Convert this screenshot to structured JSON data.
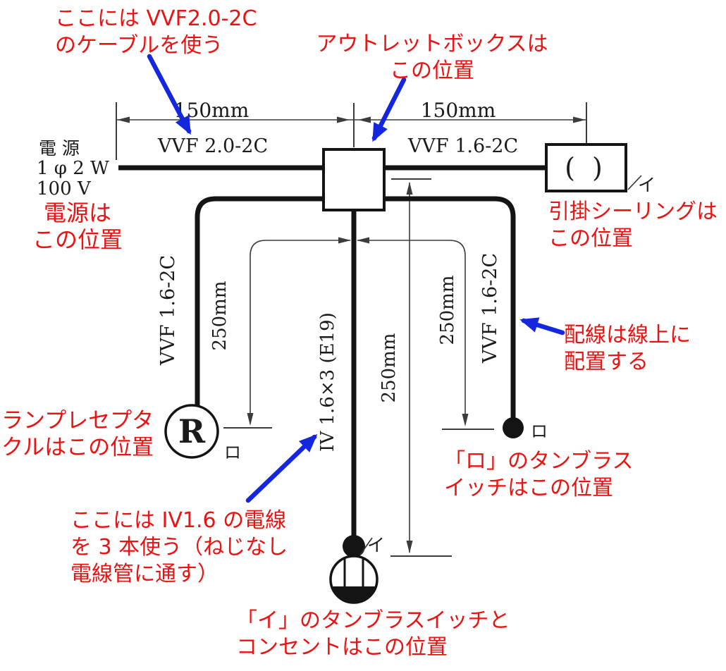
{
  "diagram": {
    "title": "electrical-wiring-dimension-diagram",
    "annotation_color": "#ee1111",
    "arrow_color": "#1526df",
    "line_color": "#141414",
    "notes": {
      "vvf20_cable": {
        "lines": [
          "ここには VVF2.0-2C",
          "のケーブルを使う"
        ]
      },
      "outlet_box": {
        "lines": [
          "アウトレットボックスは",
          "この位置"
        ]
      },
      "power_position": {
        "lines": [
          "電源は",
          "この位置"
        ]
      },
      "ceiling_position": {
        "lines": [
          "引掛シーリングは",
          "この位置"
        ]
      },
      "wiring_on_line": {
        "lines": [
          "配線は線上に",
          "配置する"
        ]
      },
      "lamp_position": {
        "lines": [
          "ランプレセプタ",
          "クルはこの位置"
        ]
      },
      "switch_ro_position": {
        "lines": [
          "「ロ」のタンブラス",
          "イッチはこの位置"
        ]
      },
      "iv_wire": {
        "lines": [
          "ここには IV1.6 の電線",
          "を 3 本使う（ねじなし",
          "電線管に通す）"
        ]
      },
      "switch_i_outlet_position": {
        "lines": [
          "「イ」のタンブラスイッチと",
          "コンセントはこの位置"
        ]
      }
    },
    "labels": {
      "power_source_line1": "電 源",
      "power_source_line2": "1 φ 2 W",
      "power_source_line3": "100 V",
      "dim_top_left": "150mm",
      "dim_top_right": "150mm",
      "cable_top_left": "VVF 2.0-2C",
      "cable_top_right": "VVF 1.6-2C",
      "cable_left_vertical": "VVF 1.6-2C",
      "cable_right_vertical": "VVF 1.6-2C",
      "conduit_center": "IV 1.6×3 (E19)",
      "dim_left": "250mm",
      "dim_center": "250mm",
      "dim_right": "250mm",
      "ceiling_symbol": "( )",
      "lamp_symbol": "R",
      "id_ceiling": "イ",
      "id_lamp": "ロ",
      "id_switch_ro": "ロ",
      "id_switch_i": "イ"
    }
  }
}
